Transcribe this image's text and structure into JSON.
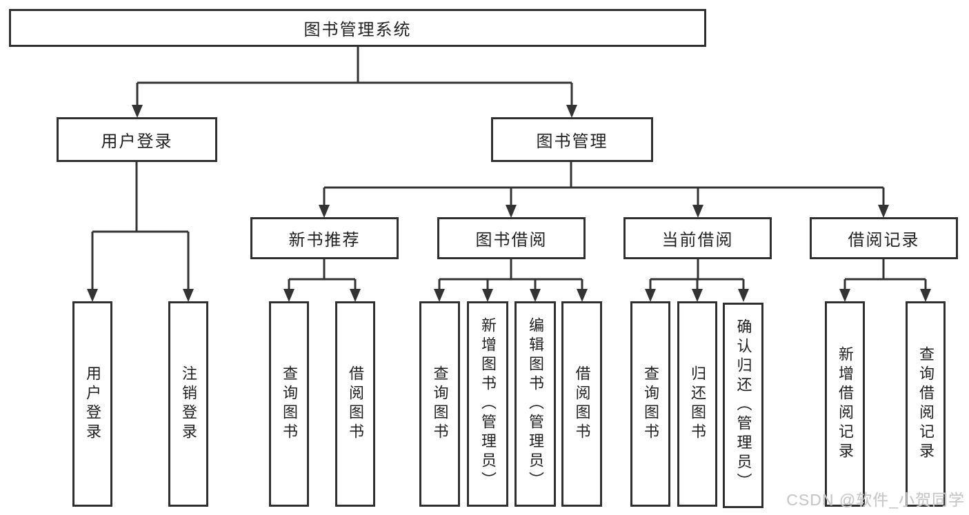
{
  "diagram_title": "图书管理系统",
  "colors": {
    "background": "#ffffff",
    "line": "#333333",
    "box_border": "#2f2f2f",
    "text": "#1f1f1f",
    "watermark": "#c6c6c6"
  },
  "tree": {
    "root": {
      "label": "图书管理系统"
    },
    "children": [
      {
        "label": "用户登录",
        "children": [
          {
            "label": "用户登录"
          },
          {
            "label": "注销登录"
          }
        ]
      },
      {
        "label": "图书管理",
        "children": [
          {
            "label": "新书推荐",
            "children": [
              {
                "label": "查询图书"
              },
              {
                "label": "借阅图书"
              }
            ]
          },
          {
            "label": "图书借阅",
            "children": [
              {
                "label": "查询图书"
              },
              {
                "label": "新增图书（管理员）"
              },
              {
                "label": "编辑图书（管理员）"
              },
              {
                "label": "借阅图书"
              }
            ]
          },
          {
            "label": "当前借阅",
            "children": [
              {
                "label": "查询图书"
              },
              {
                "label": "归还图书"
              },
              {
                "label": "确认归还（管理员）"
              }
            ]
          },
          {
            "label": "借阅记录",
            "children": [
              {
                "label": "新增借阅记录"
              },
              {
                "label": "查询借阅记录"
              }
            ]
          }
        ]
      }
    ]
  },
  "watermark": {
    "text": "CSDN @软件_小贺同学"
  }
}
